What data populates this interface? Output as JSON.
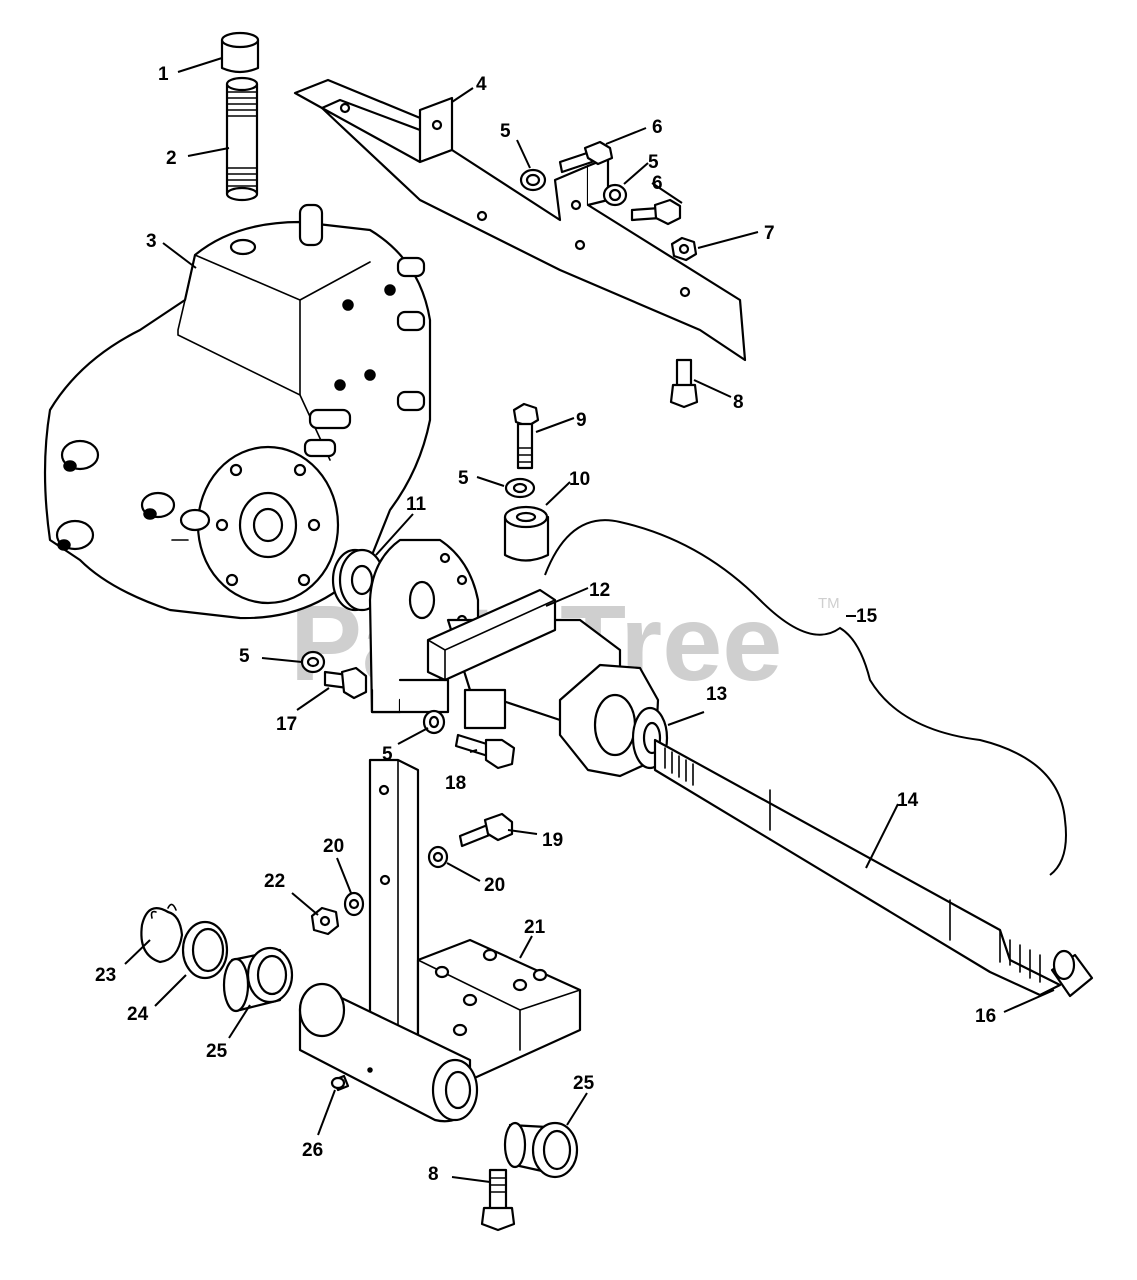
{
  "watermark": {
    "text": "PartsTree",
    "trademark": "TM"
  },
  "callouts": {
    "c1": "1",
    "c2": "2",
    "c3": "3",
    "c4": "4",
    "c5a": "5",
    "c5b": "5",
    "c5c": "5",
    "c5d": "5",
    "c5e": "5",
    "c6a": "6",
    "c6b": "6",
    "c7": "7",
    "c8a": "8",
    "c8b": "8",
    "c9": "9",
    "c10": "10",
    "c11": "11",
    "c12": "12",
    "c13": "13",
    "c14": "14",
    "c15": "15",
    "c16": "16",
    "c17": "17",
    "c18": "18",
    "c19": "19",
    "c20a": "20",
    "c20b": "20",
    "c21": "21",
    "c22": "22",
    "c23": "23",
    "c24": "24",
    "c25a": "25",
    "c25b": "25",
    "c26": "26"
  }
}
